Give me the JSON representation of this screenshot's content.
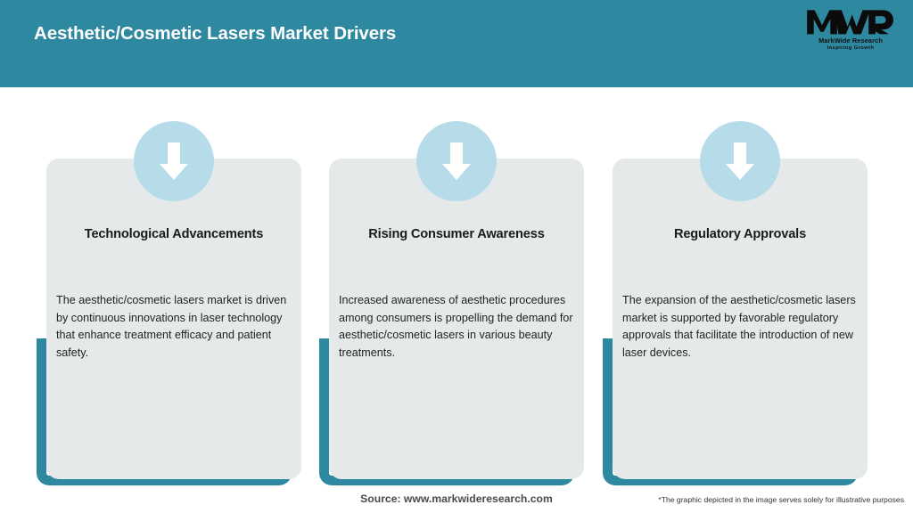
{
  "header": {
    "title": "Aesthetic/Cosmetic Lasers Market Drivers",
    "background_color": "#2e88a0",
    "title_color": "#ffffff"
  },
  "logo": {
    "mark": "MWR",
    "company": "MarkWide Research",
    "tagline": "Inspiring Growth"
  },
  "theme": {
    "teal": "#2e88a0",
    "light_blue": "#b5dce8",
    "card_bg": "#e6e9ea",
    "page_bg": "#ffffff"
  },
  "cards": [
    {
      "icon": "down-arrow-icon",
      "title": "Technological Advancements",
      "body": "The aesthetic/cosmetic lasers market is driven by continuous innovations in laser technology that enhance treatment efficacy and patient safety."
    },
    {
      "icon": "down-arrow-icon",
      "title": "Rising Consumer Awareness",
      "body": "Increased awareness of aesthetic procedures among consumers is propelling the demand for aesthetic/cosmetic lasers in various beauty treatments."
    },
    {
      "icon": "down-arrow-icon",
      "title": "Regulatory Approvals",
      "body": "The expansion of the aesthetic/cosmetic lasers market is supported by favorable regulatory approvals that facilitate the introduction of new laser devices."
    }
  ],
  "footer": {
    "source": "Source: www.markwideresearch.com",
    "disclaimer": "*The graphic depicted in the image serves solely for illustrative purposes"
  }
}
